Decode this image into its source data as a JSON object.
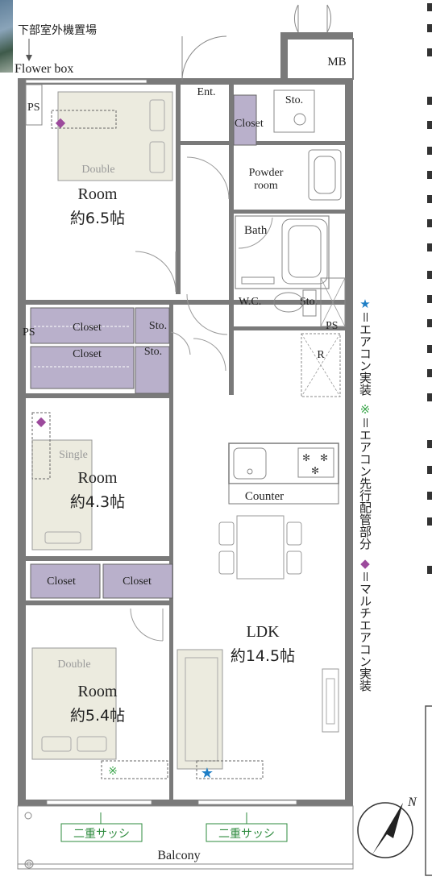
{
  "labels": {
    "outdoor_unit": "下部室外機置場",
    "flower_box": "Flower box",
    "mb": "MB",
    "ps": "PS",
    "ent": "Ent.",
    "closet": "Closet",
    "sto": "Sto.",
    "powder_room_line1": "Powder",
    "powder_room_line2": "room",
    "bath": "Bath",
    "wc": "W.C.",
    "r": "R",
    "counter": "Counter",
    "double": "Double",
    "single": "Single",
    "room": "Room",
    "room1_size": "約6.5帖",
    "room2_size": "約4.3帖",
    "room3_size": "約5.4帖",
    "ldk": "LDK",
    "ldk_size": "約14.5帖",
    "double_sash": "二重サッシ",
    "balcony": "Balcony",
    "north": "N"
  },
  "legend": {
    "star_symbol": "★",
    "star_text": "＝エアコン実装",
    "asterisk_symbol": "※",
    "asterisk_text": "＝エアコン先行配管部分",
    "diamond_symbol": "◆",
    "diamond_text": "＝マルチエアコン実装"
  },
  "colors": {
    "wall": "#7a7a7a",
    "closet_fill": "#b9b0cb",
    "bed_fill": "#ecebdf",
    "fixture": "#888888",
    "star": "#1f7fc6",
    "asterisk": "#3aa64a",
    "diamond": "#9c4a9c",
    "sash_text": "#2e8b3e"
  }
}
